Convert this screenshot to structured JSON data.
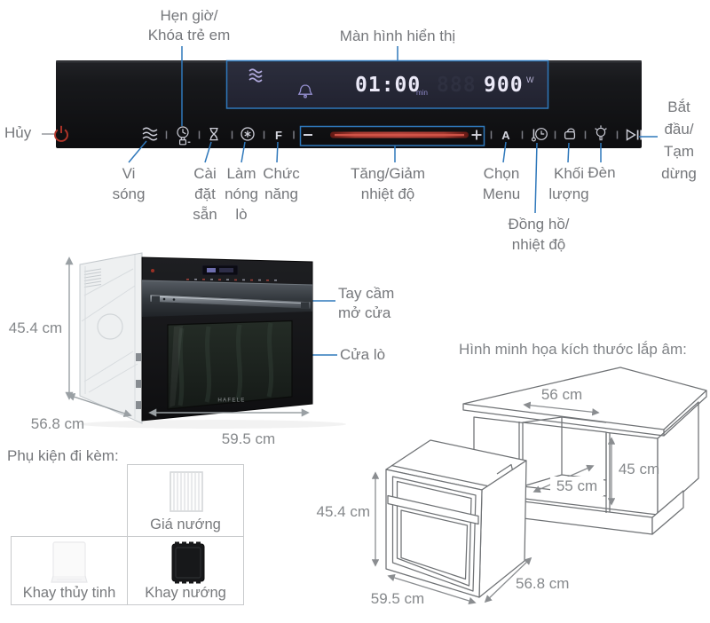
{
  "panel": {
    "cancel_label": "Hủy",
    "timer_label": "Hẹn giờ/\nKhóa trẻ em",
    "display_label": "Màn hình hiển thị",
    "start_label": "Bắt\nđầu/\nTạm\ndừng",
    "display": {
      "time": "01:00",
      "time_unit": "min",
      "ghost_digits": "888",
      "power": "900",
      "power_unit": "W"
    },
    "glyphs": {
      "function": "F",
      "menu": "A"
    },
    "button_labels": {
      "microwave": "Vi\nsóng",
      "preset": "Cài\nđặt\nsẵn",
      "preheat": "Làm\nnóng\nlò",
      "function": "Chức\nnăng",
      "temperature": "Tăng/Giảm\nnhiệt độ",
      "menu": "Chọn\nMenu",
      "clock_temp": "Đồng hồ/\nnhiệt độ",
      "weight": "Khối\nlượng",
      "lamp": "Đèn"
    }
  },
  "oven": {
    "brand": "HAFELE",
    "height": "45.4 cm",
    "depth": "56.8 cm",
    "width": "59.5 cm",
    "handle_label": "Tay cầm\nmở cửa",
    "door_label": "Cửa lò"
  },
  "accessories": {
    "title": "Phụ kiện đi kèm:",
    "items": [
      {
        "label": "Giá nướng"
      },
      {
        "label": "Khay thủy tinh"
      },
      {
        "label": "Khay nướng"
      }
    ]
  },
  "install": {
    "title": "Hình minh họa kích thước lắp âm:",
    "niche_width": "56 cm",
    "niche_height": "45 cm",
    "niche_depth": "55 cm",
    "oven_height": "45.4 cm",
    "oven_width": "59.5 cm",
    "oven_depth": "56.8 cm"
  },
  "colors": {
    "callout_blue": "#2f78bb",
    "accent_red": "#b13529",
    "label_gray": "#75777b",
    "dim_gray": "#85888b"
  }
}
